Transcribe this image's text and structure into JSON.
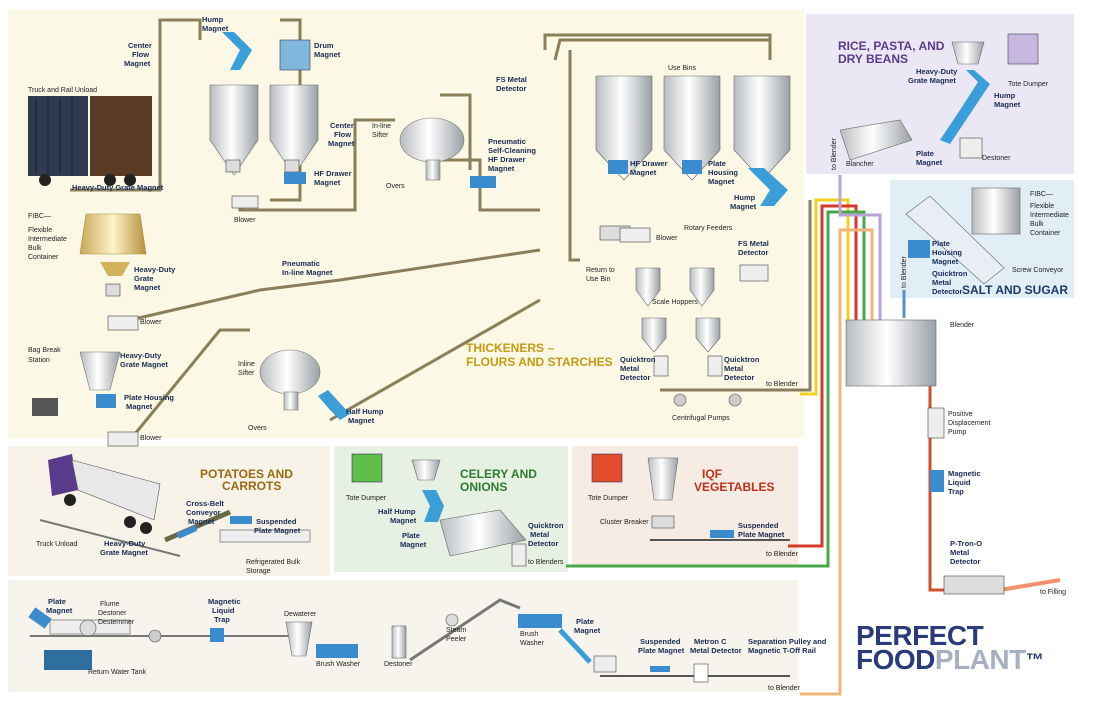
{
  "brand": {
    "line1": "PERFECT",
    "line2_a": "FOOD",
    "line2_b": "PLANT",
    "tm": "™"
  },
  "sections": {
    "thickeners_1": "THICKENERS –",
    "thickeners_2": "FLOURS AND STARCHES",
    "rice_1": "RICE, PASTA, AND",
    "rice_2": "DRY BEANS",
    "salt": "SALT AND SUGAR",
    "potatoes_1": "POTATOES AND",
    "potatoes_2": "CARROTS",
    "celery_1": "CELERY AND",
    "celery_2": "ONIONS",
    "iqf_1": "IQF",
    "iqf_2": "VEGETABLES"
  },
  "labels": {
    "truck_rail": "Truck and Rail Unload",
    "hdgm_truck": "Heavy-Duty Grate Magnet",
    "cfm1_a": "Center",
    "cfm1_b": "Flow",
    "cfm1_c": "Magnet",
    "hump1_a": "Hump",
    "hump1_b": "Magnet",
    "drum_a": "Drum",
    "drum_b": "Magnet",
    "hfdm1_a": "HF Drawer",
    "hfdm1_b": "Magnet",
    "blower1": "Blower",
    "cfm2_a": "Center",
    "cfm2_b": "Flow",
    "cfm2_c": "Magnet",
    "sifter1_a": "In-line",
    "sifter1_b": "Sifter",
    "overs1": "Overs",
    "pshf_a": "Pneumatic",
    "pshf_b": "Self-Cleaning",
    "pshf_c": "HF Drawer",
    "pshf_d": "Magnet",
    "fsmd1_a": "FS Metal",
    "fsmd1_b": "Detector",
    "use_bins": "Use Bins",
    "hfdm2_a": "HF Drawer",
    "hfdm2_b": "Magnet",
    "phm1_a": "Plate",
    "phm1_b": "Housing",
    "phm1_c": "Magnet",
    "hump2_a": "Hump",
    "hump2_b": "Magnet",
    "blower2": "Blower",
    "rotary": "Rotary Feeders",
    "fsmd2_a": "FS Metal",
    "fsmd2_b": "Detector",
    "return_a": "Return to",
    "return_b": "Use Bin",
    "scale": "Scale Hoppers",
    "qmd1_a": "Quicktron",
    "qmd1_b": "Metal",
    "qmd1_c": "Detector",
    "qmd2_a": "Quicktron",
    "qmd2_b": "Metal",
    "qmd2_c": "Detector",
    "to_blender_1": "to Blender",
    "centrifugal": "Centrifugal Pumps",
    "fibc1_a": "FIBC—",
    "fibc1_b": "Flexible",
    "fibc1_c": "Intermediate",
    "fibc1_d": "Bulk",
    "fibc1_e": "Container",
    "hdgm2_a": "Heavy-Duty",
    "hdgm2_b": "Grate",
    "hdgm2_c": "Magnet",
    "blower3": "Blower",
    "pim_a": "Pneumatic",
    "pim_b": "In-line Magnet",
    "bagbreak_a": "Bag Break",
    "bagbreak_b": "Station",
    "hdgm3_a": "Heavy-Duty",
    "hdgm3_b": "Grate Magnet",
    "phm2_a": "Plate Housing",
    "phm2_b": "Magnet",
    "blower4": "Blower",
    "sifter2_a": "Inline",
    "sifter2_b": "Sifter",
    "overs2": "Overs",
    "halfhump_a": "Half Hump",
    "halfhump_b": "Magnet",
    "hdgm4_a": "Heavy-Duty",
    "hdgm4_b": "Grate Magnet",
    "tote_dumper_rice": "Tote Dumper",
    "hump3_a": "Hump",
    "hump3_b": "Magnet",
    "blancher": "Blancher",
    "plate_rice_a": "Plate",
    "plate_rice_b": "Magnet",
    "destoner_rice": "Destoner",
    "to_blender_rice": "to Blender",
    "fibc2_a": "FIBC—",
    "fibc2_b": "Flexible",
    "fibc2_c": "Intermediate",
    "fibc2_d": "Bulk",
    "fibc2_e": "Container",
    "phm3_a": "Plate",
    "phm3_b": "Housing",
    "phm3_c": "Magnet",
    "qmd3_a": "Quicktron",
    "qmd3_b": "Metal",
    "qmd3_c": "Detector",
    "screw": "Screw Conveyor",
    "to_blender_salt": "to Blender",
    "blender": "Blender",
    "pdp_a": "Positive",
    "pdp_b": "Displacement",
    "pdp_c": "Pump",
    "mlt_a": "Magnetic",
    "mlt_b": "Liquid",
    "mlt_c": "Trap",
    "ptron_a": "P-Tron-O",
    "ptron_b": "Metal",
    "ptron_c": "Detector",
    "to_filling": "to Filling",
    "truck_unload": "Truck Unload",
    "hdgm5_a": "Heavy-Duty",
    "hdgm5_b": "Grate Magnet",
    "cbcm_a": "Cross-Belt",
    "cbcm_b": "Conveyor",
    "cbcm_c": "Magnet",
    "spm1_a": "Suspended",
    "spm1_b": "Plate Magnet",
    "refrig_a": "Refrigerated Bulk",
    "refrig_b": "Storage",
    "tote_dumper_celery": "Tote Dumper",
    "halfhump2_a": "Half Hump",
    "halfhump2_b": "Magnet",
    "plate_celery_a": "Plate",
    "plate_celery_b": "Magnet",
    "qmd4_a": "Quicktron",
    "qmd4_b": "Metal",
    "qmd4_c": "Detector",
    "to_blenders": "to Blenders",
    "tote_dumper_iqf": "Tote Dumper",
    "cluster": "Cluster Breaker",
    "spm2_a": "Suspended",
    "spm2_b": "Plate Magnet",
    "to_blender_iqf": "to Blender",
    "plate_bottom_a": "Plate",
    "plate_bottom_b": "Magnet",
    "flume_a": "Flume",
    "flume_b": "Destoner",
    "flume_c": "Destemmer",
    "mlt2_a": "Magnetic",
    "mlt2_b": "Liquid",
    "mlt2_c": "Trap",
    "dewaterer": "Dewaterer",
    "return_water": "Return Water Tank",
    "brush_washer1": "Brush Washer",
    "destoner_bottom": "Destoner",
    "steam_a": "Steam",
    "steam_b": "Peeler",
    "brush_washer2_a": "Brush",
    "brush_washer2_b": "Washer",
    "plate_bottom2_a": "Plate",
    "plate_bottom2_b": "Magnet",
    "spm3_a": "Suspended",
    "spm3_b": "Plate Magnet",
    "metron_a": "Metron C",
    "metron_b": "Metal Detector",
    "sep_a": "Separation Pulley and",
    "sep_b": "Magnetic T-Off Rail",
    "to_blender_bottom": "to Blender"
  },
  "colors": {
    "accent_blue": "#3a9fd8",
    "cream": "#fbf9e6",
    "lavender": "#ece7f4",
    "light_blue": "#e2eef6",
    "mint": "#e6f1e3",
    "peach": "#f7ece4",
    "brand_navy": "#2a3a7a",
    "brand_gray": "#a7b0c3"
  }
}
